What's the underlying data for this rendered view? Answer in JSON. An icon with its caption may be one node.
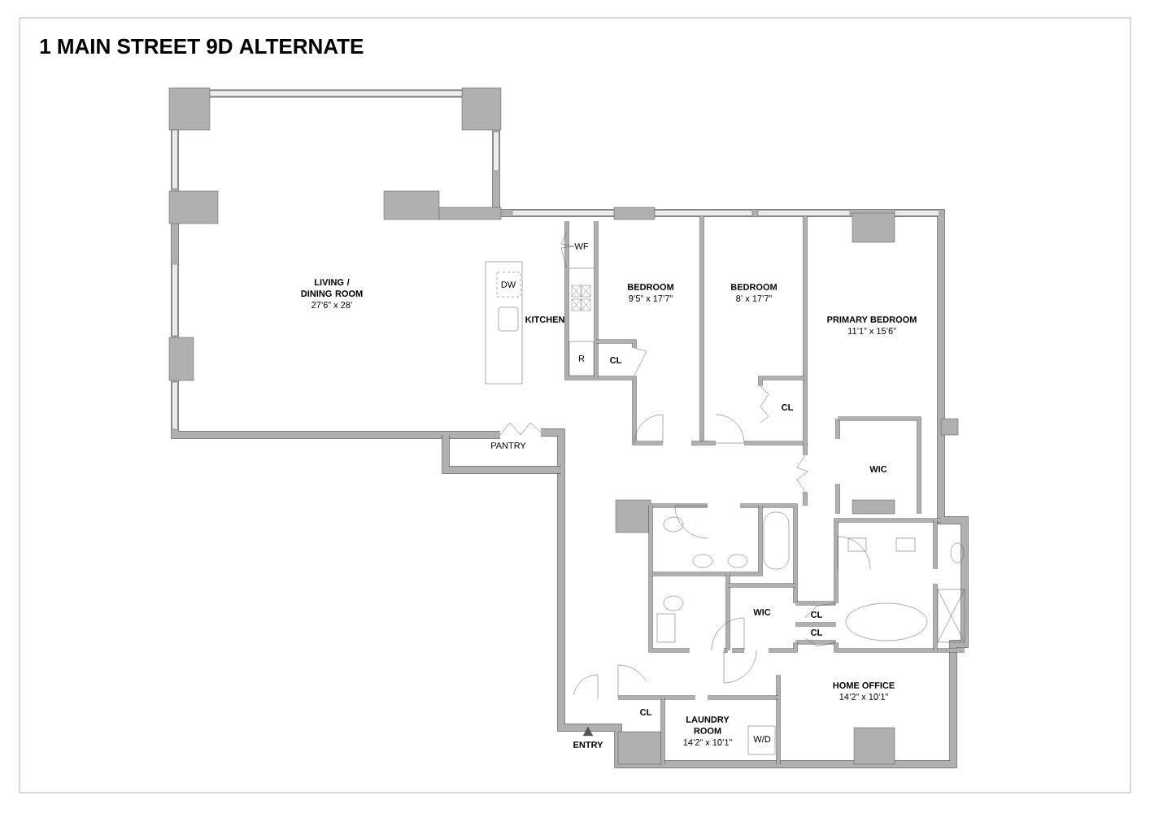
{
  "diagram": {
    "title": "1 MAIN STREET 9D ALTERNATE",
    "labels": [
      "WF",
      "LIVING / DINING ROOM",
      "27’6” x 28’",
      "BEDROOM",
      "9’5” x 17’7”",
      "BEDROOM",
      "8’ x 17’7”",
      "DW",
      "KITCHEN",
      "PRIMARY BEDROOM",
      "11’1” x 15’6”",
      "R",
      "CL",
      "CL",
      "PANTRY",
      "WIC",
      "WIC",
      "CL",
      "CL",
      "HOME OFFICE",
      "14’2” x 10’1”",
      "CL",
      "LAUNDRY ROOM",
      "14’2” x 10’1”",
      "W/D",
      "ENTRY"
    ]
  }
}
